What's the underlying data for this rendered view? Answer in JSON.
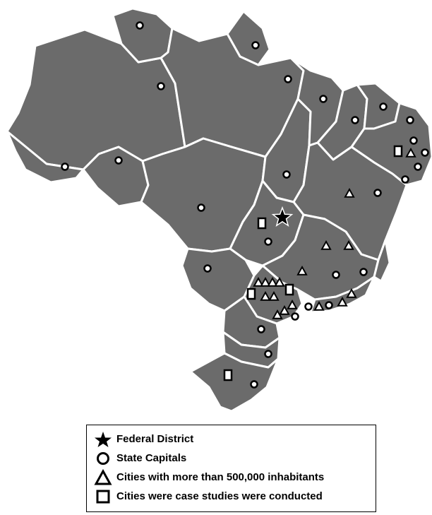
{
  "colors": {
    "land": "#6b6b6b",
    "borders": "#ffffff",
    "marker_fill": "#ffffff",
    "marker_stroke": "#000000"
  },
  "legend": {
    "items": [
      {
        "label": "Federal District",
        "icon": "star-icon"
      },
      {
        "label": "State Capitals",
        "icon": "circle-icon"
      },
      {
        "label": "Cities with more than 500,000 inhabitants",
        "icon": "triangle-icon"
      },
      {
        "label": "Cities were case studies were conducted",
        "icon": "square-icon"
      }
    ]
  }
}
